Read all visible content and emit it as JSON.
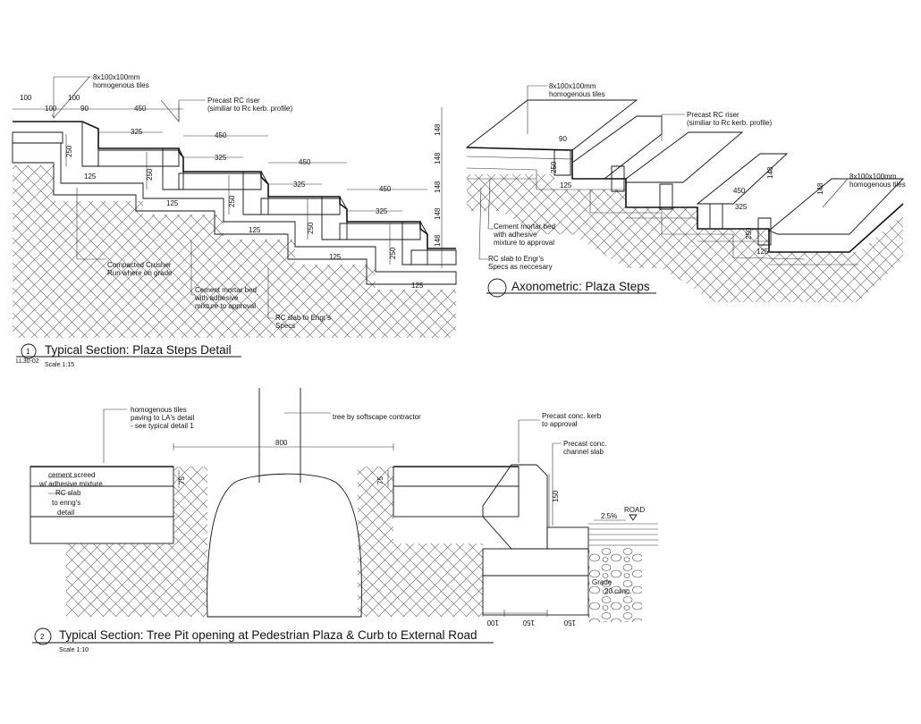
{
  "section1": {
    "title": "Typical Section: Plaza Steps Detail",
    "number": "1",
    "ref": "LL30-02",
    "scale": "Scale 1:15",
    "dims": {
      "d100a": "100",
      "d100b": "100",
      "d100c": "100",
      "d90": "90",
      "d450a": "450",
      "d450b": "450",
      "d450c": "450",
      "d450d": "450",
      "d325a": "325",
      "d325b": "325",
      "d325c": "325",
      "d325d": "325",
      "d250a": "250",
      "d250b": "250",
      "d250c": "250",
      "d250d": "250",
      "d250e": "250",
      "d125a": "125",
      "d125b": "125",
      "d125c": "125",
      "d125d": "125",
      "d125e": "125",
      "d148a": "148",
      "d148b": "148",
      "d148c": "148",
      "d148d": "148",
      "d148e": "148"
    },
    "labels": {
      "tiles_1": "8x100x100mm",
      "tiles_2": "homogenous tiles",
      "riser_1": "Precast RC riser",
      "riser_2": "(similiar to Rc kerb. profile)",
      "crusher_1": "Compacted Crusher",
      "crusher_2": "Run where on grade",
      "mortar_1": "Cement mortar bed",
      "mortar_2": "with adhesive",
      "mortar_3": "mixture to approval",
      "slab_1": "RC slab to Engr's",
      "slab_2": "Specs"
    }
  },
  "axonometric": {
    "title": "Axonometric: Plaza Steps",
    "tiles_a_1": "8x100x100mm",
    "tiles_a_2": "homogenous tiles",
    "riser_1": "Precast RC riser",
    "riser_2": "(similiar to Rc kerb. profile)",
    "tiles_b_1": "8x100x100mm",
    "tiles_b_2": "homogenous tiles",
    "mortar_1": "Cement mortar bed",
    "mortar_2": "with adhesive",
    "mortar_3": "mixture to approval",
    "slab_1": "RC slab to Engr's",
    "slab_2": "Specs as neccesary",
    "dims": {
      "d90": "90",
      "d250a": "250",
      "d125a": "125",
      "d148a": "148",
      "d450": "450",
      "d325": "325",
      "d250b": "250",
      "d125b": "125",
      "d148b": "148"
    }
  },
  "section2": {
    "title": "Typical Section: Tree Pit opening at Pedestrian Plaza & Curb to External Road",
    "number": "2",
    "scale": "Scale 1:10",
    "labels": {
      "tiles_1": "homogenous tiles",
      "tiles_2": "paving to LA's detail",
      "tiles_3": "- see typical detail 1",
      "tree": "tree by softscape contractor",
      "screed_1": "cement screed",
      "screed_2": "w/ adhesive mixture",
      "slab_1": "RC slab",
      "slab_2": "to enng's",
      "slab_3": "detail",
      "kerb_1": "Precast conc. kerb",
      "kerb_2": "to approval",
      "channel_1": "Precast conc.",
      "channel_2": "channel slab",
      "road": "ROAD",
      "fall": "2.5%",
      "grade_1": "Grade",
      "grade_2": "20 conc."
    },
    "dims": {
      "d800": "800",
      "d75a": "75",
      "d75b": "75",
      "d150v": "150",
      "d100": "100",
      "d150a": "150",
      "d150b": "150"
    }
  }
}
